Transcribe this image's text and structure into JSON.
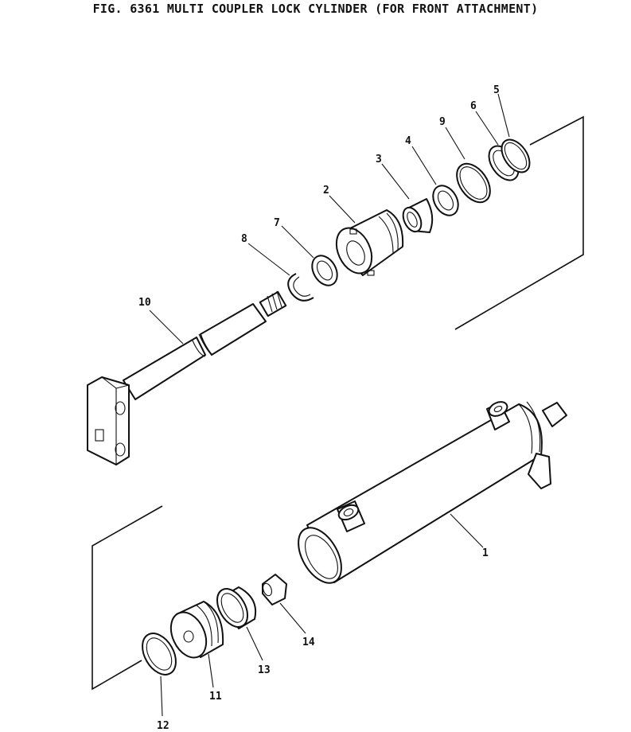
{
  "figure": {
    "title": "FIG. 6361  MULTI COUPLER LOCK CYLINDER (FOR FRONT ATTACHMENT)"
  },
  "callouts": [
    "1",
    "2",
    "3",
    "4",
    "5",
    "6",
    "7",
    "8",
    "9",
    "10",
    "11",
    "12",
    "13",
    "14"
  ]
}
